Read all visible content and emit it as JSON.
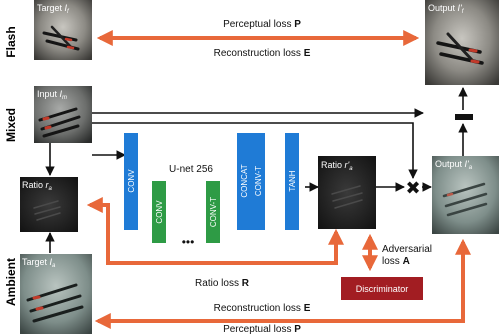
{
  "rows": {
    "flash": "Flash",
    "mixed": "Mixed",
    "ambient": "Ambient"
  },
  "images": {
    "target_f": {
      "label": "Target ",
      "sym": "I",
      "sub": "f"
    },
    "output_f": {
      "label": "Output ",
      "sym": "I'",
      "sub": "f"
    },
    "input_m": {
      "label": "Input ",
      "sym": "I",
      "sub": "m"
    },
    "output_a": {
      "label": "Output ",
      "sym": "I'",
      "sub": "a"
    },
    "ratio_a": {
      "label": "Ratio ",
      "sym": "r",
      "sub": "a"
    },
    "target_a": {
      "label": "Target ",
      "sym": "I",
      "sub": "a"
    },
    "ratio_pred": {
      "label": "Ratio ",
      "sym": "r'",
      "sub": "a"
    }
  },
  "losses": {
    "perceptual_top": {
      "text": "Perceptual loss ",
      "letter": "P"
    },
    "reconstruction_top": {
      "text": "Reconstruction loss ",
      "letter": "E"
    },
    "ratio": {
      "text": "Ratio loss ",
      "letter": "R"
    },
    "reconstruction_bottom": {
      "text": "Reconstruction loss ",
      "letter": "E"
    },
    "perceptual_bottom": {
      "text": "Perceptual loss ",
      "letter": "P"
    },
    "adversarial_line1": "Adversarial",
    "adversarial_line2": {
      "text": "loss ",
      "letter": "A"
    }
  },
  "network": {
    "title": "U-net 256",
    "conv1": "CONV",
    "conv2": "CONV",
    "convt1": "CONV-T",
    "concat": "CONCAT",
    "convt2": "CONV-T",
    "tanh": "TANH",
    "ellipsis": "•••",
    "discriminator": "Discriminator"
  },
  "ops": {
    "minus": "−",
    "times": "✖"
  },
  "colors": {
    "arrow_orange": "#e8683a",
    "block_blue": "#1f7bd6",
    "block_green": "#2e9b45",
    "discriminator_red": "#a21d22",
    "arrow_black": "#111111"
  }
}
